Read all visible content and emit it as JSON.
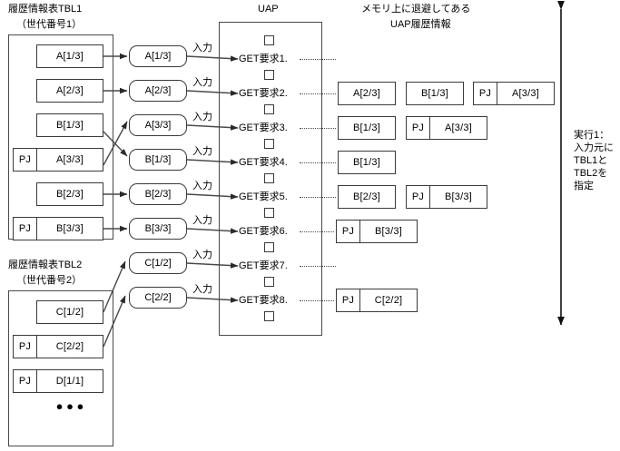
{
  "diagram": {
    "titles": {
      "tbl1_line1": "履歴情報表TBL1",
      "tbl1_line2": "（世代番号1）",
      "tbl2_line1": "履歴情報表TBL2",
      "tbl2_line2": "（世代番号2）",
      "uap": "UAP",
      "memory_line1": "メモリ上に退避してある",
      "memory_line2": "UAP履歴情報"
    },
    "tbl1_rows": [
      {
        "pj": "",
        "value": "A[1/3]"
      },
      {
        "pj": "",
        "value": "A[2/3]"
      },
      {
        "pj": "",
        "value": "B[1/3]"
      },
      {
        "pj": "PJ",
        "value": "A[3/3]"
      },
      {
        "pj": "",
        "value": "B[2/3]"
      },
      {
        "pj": "PJ",
        "value": "B[3/3]"
      }
    ],
    "tbl2_rows": [
      {
        "pj": "",
        "value": "C[1/2]"
      },
      {
        "pj": "PJ",
        "value": "C[2/2]"
      },
      {
        "pj": "PJ",
        "value": "D[1/1]"
      }
    ],
    "tbl2_ellipsis": "●\n●\n●",
    "pills": [
      "A[1/3]",
      "A[2/3]",
      "A[3/3]",
      "B[1/3]",
      "B[2/3]",
      "B[3/3]",
      "C[1/2]",
      "C[2/2]"
    ],
    "input_label": "入力",
    "get_requests": [
      "GET要求1.",
      "GET要求2.",
      "GET要求3.",
      "GET要求4.",
      "GET要求5.",
      "GET要求6.",
      "GET要求7.",
      "GET要求8."
    ],
    "memory_rows": [
      {
        "items": []
      },
      {
        "items": [
          {
            "pj": "",
            "value": "A[2/3]"
          },
          {
            "pj": "",
            "value": "B[1/3]"
          },
          {
            "pj": "PJ",
            "value": "A[3/3]"
          }
        ]
      },
      {
        "items": [
          {
            "pj": "",
            "value": "B[1/3]"
          },
          {
            "pj": "PJ",
            "value": "A[3/3]"
          }
        ]
      },
      {
        "items": [
          {
            "pj": "",
            "value": "B[1/3]"
          }
        ]
      },
      {
        "items": [
          {
            "pj": "",
            "value": "B[2/3]"
          },
          {
            "pj": "PJ",
            "value": "B[3/3]"
          }
        ]
      },
      {
        "items": [
          {
            "pj": "PJ",
            "value": "B[3/3]"
          }
        ]
      },
      {
        "items": []
      },
      {
        "items": [
          {
            "pj": "PJ",
            "value": "C[2/2]"
          }
        ]
      }
    ],
    "execution_note": "実行1：\n入力元に\nTBL1と\nTBL2を\n指定",
    "colors": {
      "line": "#4a4a4a",
      "box_border": "#3a3a3a",
      "text": "#000000",
      "background": "#ffffff"
    }
  }
}
